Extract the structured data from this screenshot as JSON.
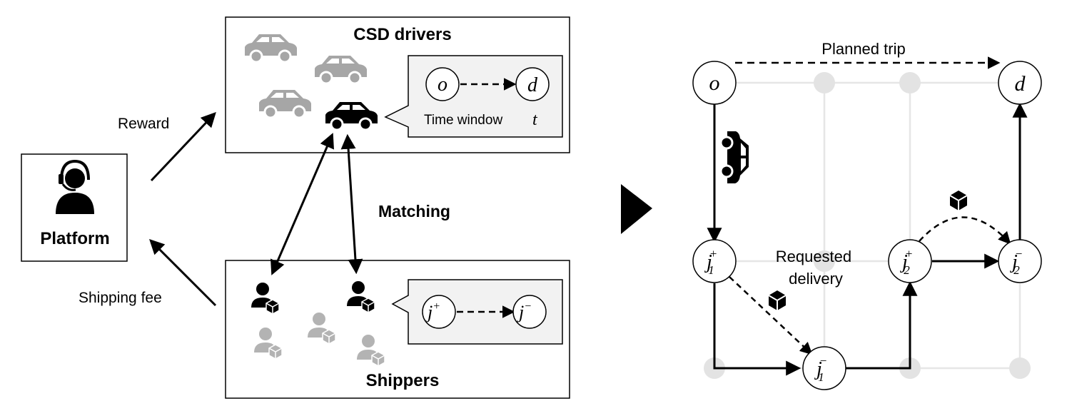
{
  "left": {
    "platform_label": "Platform",
    "csd_drivers_label": "CSD drivers",
    "shippers_label": "Shippers",
    "matching_label": "Matching",
    "reward_label": "Reward",
    "shipping_fee_label": "Shipping fee",
    "driver_callout": {
      "origin": "o",
      "destination": "d",
      "time_window_label": "Time window",
      "time_var": "t"
    },
    "shipper_callout": {
      "pickup_base": "j",
      "pickup_sup": "+",
      "dropoff_base": "j",
      "dropoff_sup": "−"
    }
  },
  "right": {
    "planned_trip_label": "Planned trip",
    "requested_delivery_label": "Requested delivery",
    "requested_delivery_lines": [
      "Requested",
      "delivery"
    ],
    "nodes": {
      "o": {
        "base": "o"
      },
      "d": {
        "base": "d"
      },
      "j1_plus": {
        "base": "j",
        "sub": "1",
        "sup": "+"
      },
      "j1_minus": {
        "base": "j",
        "sub": "1",
        "sup": "−"
      },
      "j2_plus": {
        "base": "j",
        "sub": "2",
        "sup": "+"
      },
      "j2_minus": {
        "base": "j",
        "sub": "2",
        "sup": "−"
      }
    }
  },
  "colors": {
    "active": "#000000",
    "inactive": "#a6a6a6",
    "grid": "#e6e6e6",
    "callout_fill": "#f2f2f2"
  }
}
